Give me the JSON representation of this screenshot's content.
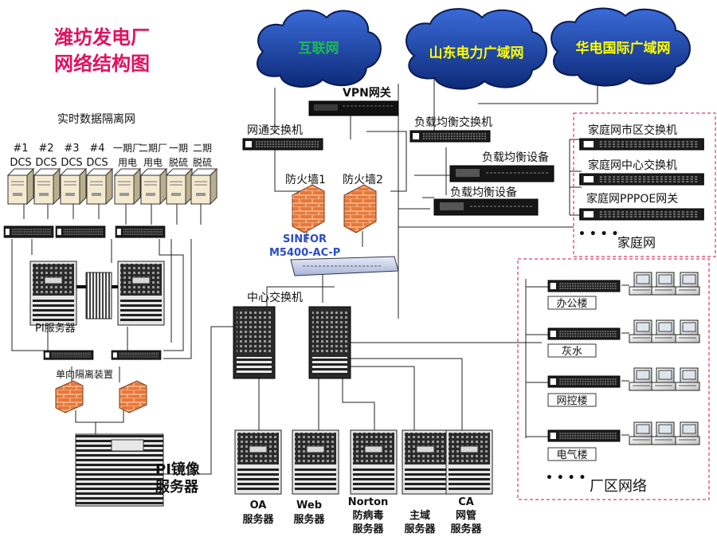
{
  "title": [
    "潍坊发电厂",
    "网络结构图"
  ],
  "clouds": {
    "internet": "互联网",
    "sdpower": "山东电力广域网",
    "huadian": "华电国际广域网"
  },
  "colors": {
    "title": "#e0115f",
    "cloud_text_internet": "#1db954",
    "cloud_text_other": "#ffff00",
    "firewall": "#e8773a",
    "sinfor_label": "#2a4cc8",
    "dashed_border": "#e06080"
  },
  "labels": {
    "vpn": "VPN网关",
    "wangtong_switch": "网通交换机",
    "lb_switch": "负载均衡交换机",
    "lb_device_1": "负载均衡设备",
    "lb_device_2": "负载均衡设备",
    "firewall1": "防火墙1",
    "firewall2": "防火墙2",
    "sinfor_1": "SINFOR",
    "sinfor_2": "M5400-AC-P",
    "core_switch": "中心交换机",
    "realtime_net": "实时数据隔离网",
    "pi_server": "PI服务器",
    "oneway_device": "单向隔离装置",
    "pi_mirror_1": "PI镜像",
    "pi_mirror_2": "服务器"
  },
  "dcs": [
    {
      "top": "#1",
      "bottom": "DCS"
    },
    {
      "top": "#2",
      "bottom": "DCS"
    },
    {
      "top": "#3",
      "bottom": "DCS"
    },
    {
      "top": "#4",
      "bottom": "DCS"
    },
    {
      "top": "一期厂",
      "bottom": "用电"
    },
    {
      "top": "二期厂",
      "bottom": "用电"
    },
    {
      "top": "一期",
      "bottom": "脱硫"
    },
    {
      "top": "二期",
      "bottom": "脱硫"
    }
  ],
  "home_network": {
    "items": [
      "家庭网市区交换机",
      "家庭网中心交换机",
      "家庭网PPPOE网关"
    ],
    "dots": "• • • •",
    "label": "家庭网"
  },
  "plant_network": {
    "buildings": [
      "办公楼",
      "灰水",
      "网控楼",
      "电气楼"
    ],
    "dots": "• • • •",
    "label": "厂区网络"
  },
  "servers": [
    {
      "line1": "OA",
      "line2": "服务器",
      "line3": ""
    },
    {
      "line1": "Web",
      "line2": "服务器",
      "line3": ""
    },
    {
      "line1": "Norton",
      "line2": "防病毒",
      "line3": "服务器"
    },
    {
      "line1": "主域",
      "line2": "服务器",
      "line3": ""
    },
    {
      "line1": "CA",
      "line2": "网管",
      "line3": "服务器"
    }
  ]
}
